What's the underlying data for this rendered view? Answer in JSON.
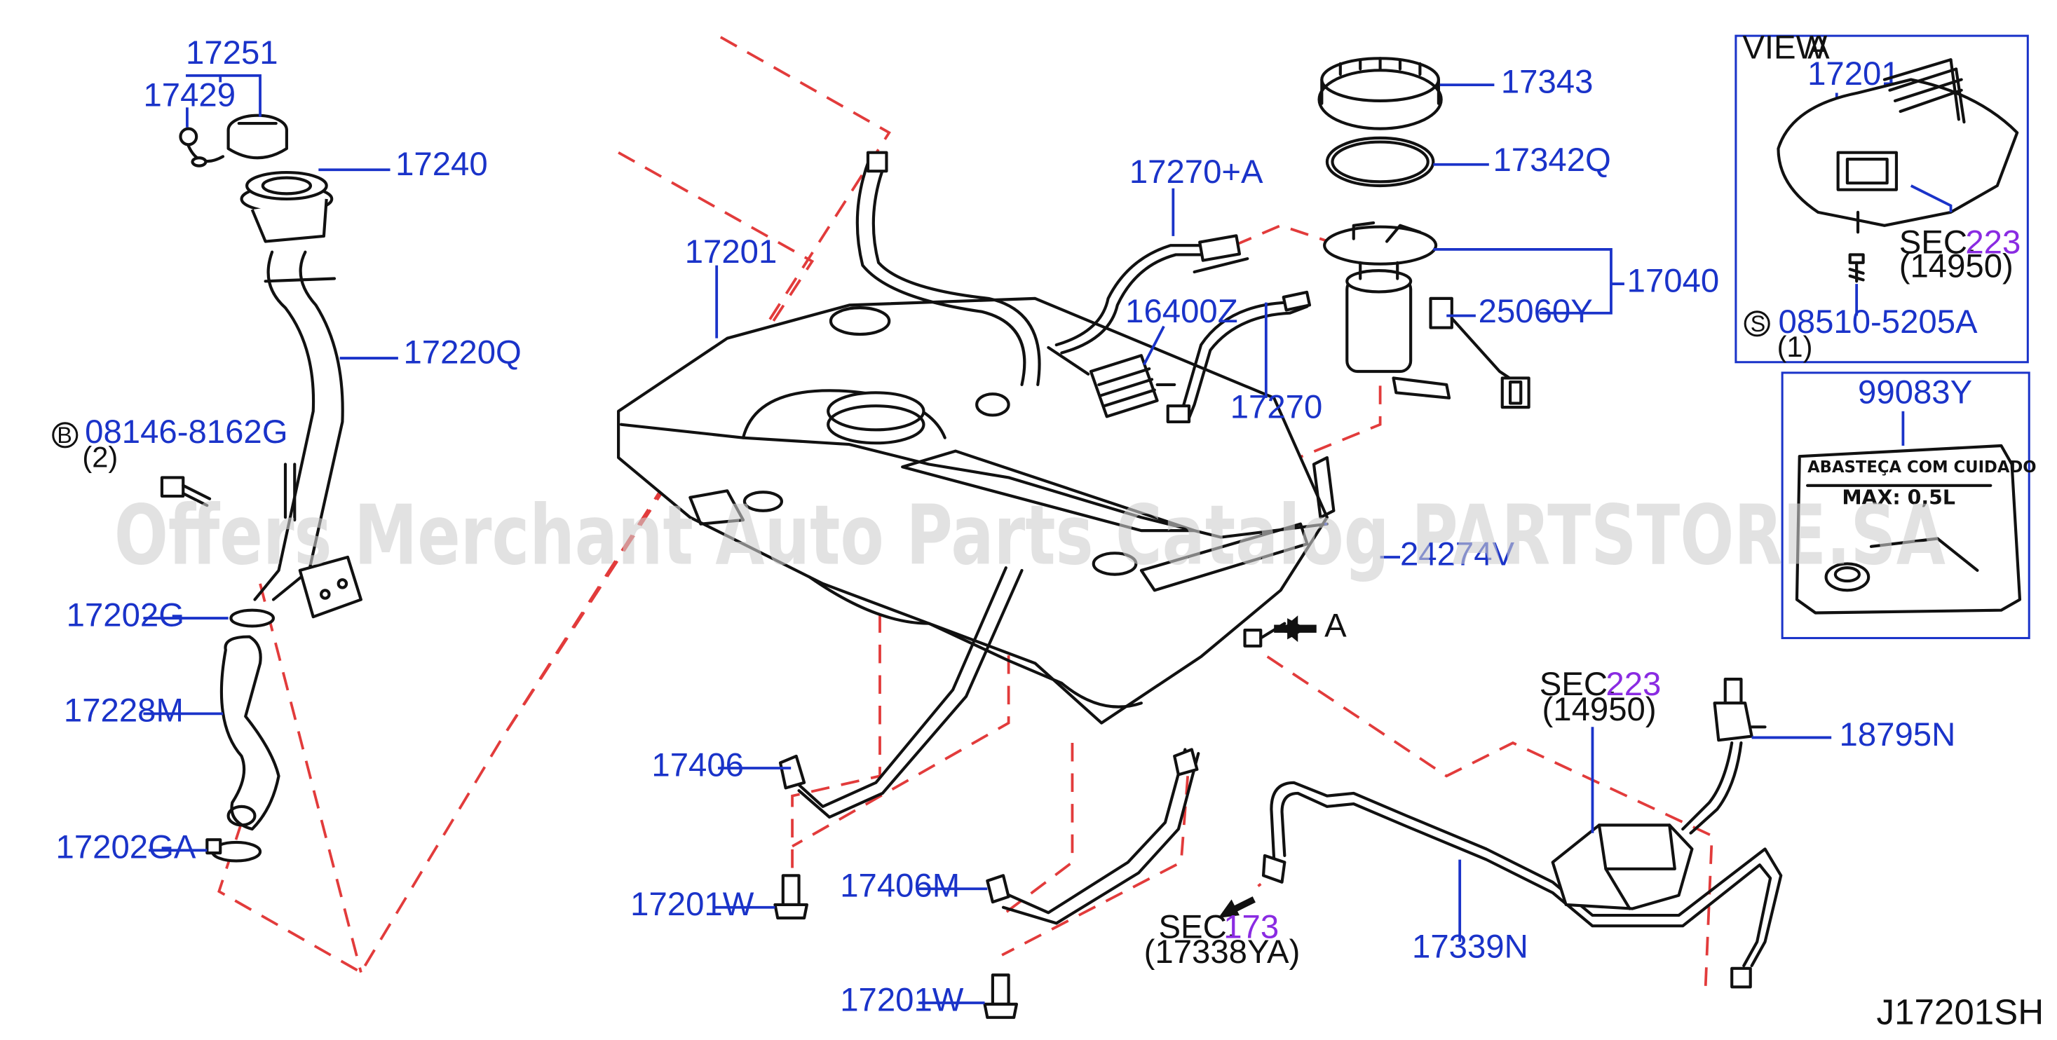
{
  "watermark": "Offers Merchant Auto Parts Catalog PARTSTORE.SA",
  "diagram_code": "J17201SH",
  "labels": {
    "p17251": "17251",
    "p17429": "17429",
    "p17240": "17240",
    "p17220Q": "17220Q",
    "bolt_b_code": "B",
    "bolt_b": "08146-8162G",
    "bolt_b_qty": "(2)",
    "p17202G": "17202G",
    "p17228M": "17228M",
    "p17202GA": "17202GA",
    "p17201": "17201",
    "p17406": "17406",
    "p17201W_a": "17201W",
    "p17406M": "17406M",
    "p17201W_b": "17201W",
    "p17270A": "17270+A",
    "p16400Z": "16400Z",
    "p17270": "17270",
    "p17343": "17343",
    "p17342Q": "17342Q",
    "p17040": "17040",
    "p25060Y": "25060Y",
    "p24274V": "24274V",
    "arrow_a": "A",
    "sec173_prefix": "SEC.",
    "sec173_num": "173",
    "sec173_ref": "(17338YA)",
    "sec223_prefix": "SEC.",
    "sec223_num": "223",
    "sec223_ref": "(14950)",
    "p18795N": "18795N",
    "p17339N": "17339N"
  },
  "view_a": {
    "title_view": "VIEW",
    "title_letter": "A",
    "p17201": "17201",
    "sec_prefix": "SEC.",
    "sec_num": "223",
    "sec_ref": "(14950)",
    "screw_code": "S",
    "screw": "08510-5205A",
    "screw_qty": "(1)"
  },
  "label_box": {
    "part": "99083Y",
    "sticker_line1": "ABASTEÇA COM CUIDADO",
    "sticker_line2": "MAX: 0,5L"
  },
  "colors": {
    "label_blue": "#1a33c9",
    "section_purple": "#8a2be2",
    "dashed_red": "#e23b3b",
    "line_black": "#111111"
  }
}
